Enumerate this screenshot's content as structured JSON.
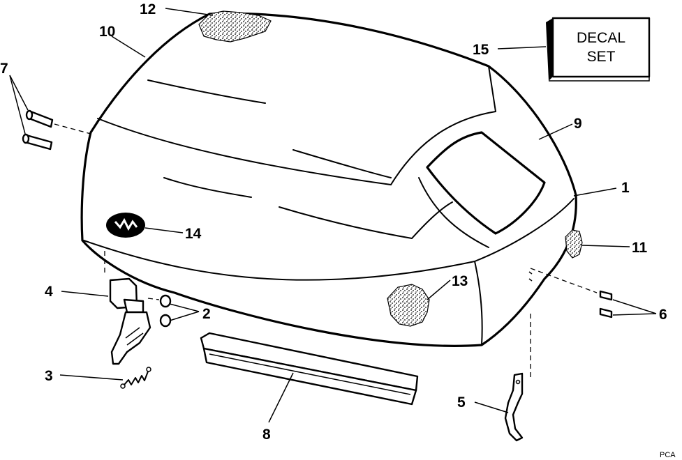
{
  "callouts": {
    "c1": "1",
    "c2": "2",
    "c3": "3",
    "c4": "4",
    "c5": "5",
    "c6": "6",
    "c7": "7",
    "c8": "8",
    "c9": "9",
    "c10": "10",
    "c11": "11",
    "c12": "12",
    "c13": "13",
    "c14": "14",
    "c15": "15"
  },
  "decal_box": {
    "line1": "DECAL",
    "line2": "SET"
  },
  "corner_code": "PCA",
  "colors": {
    "ink": "#000000",
    "paper": "#ffffff"
  }
}
